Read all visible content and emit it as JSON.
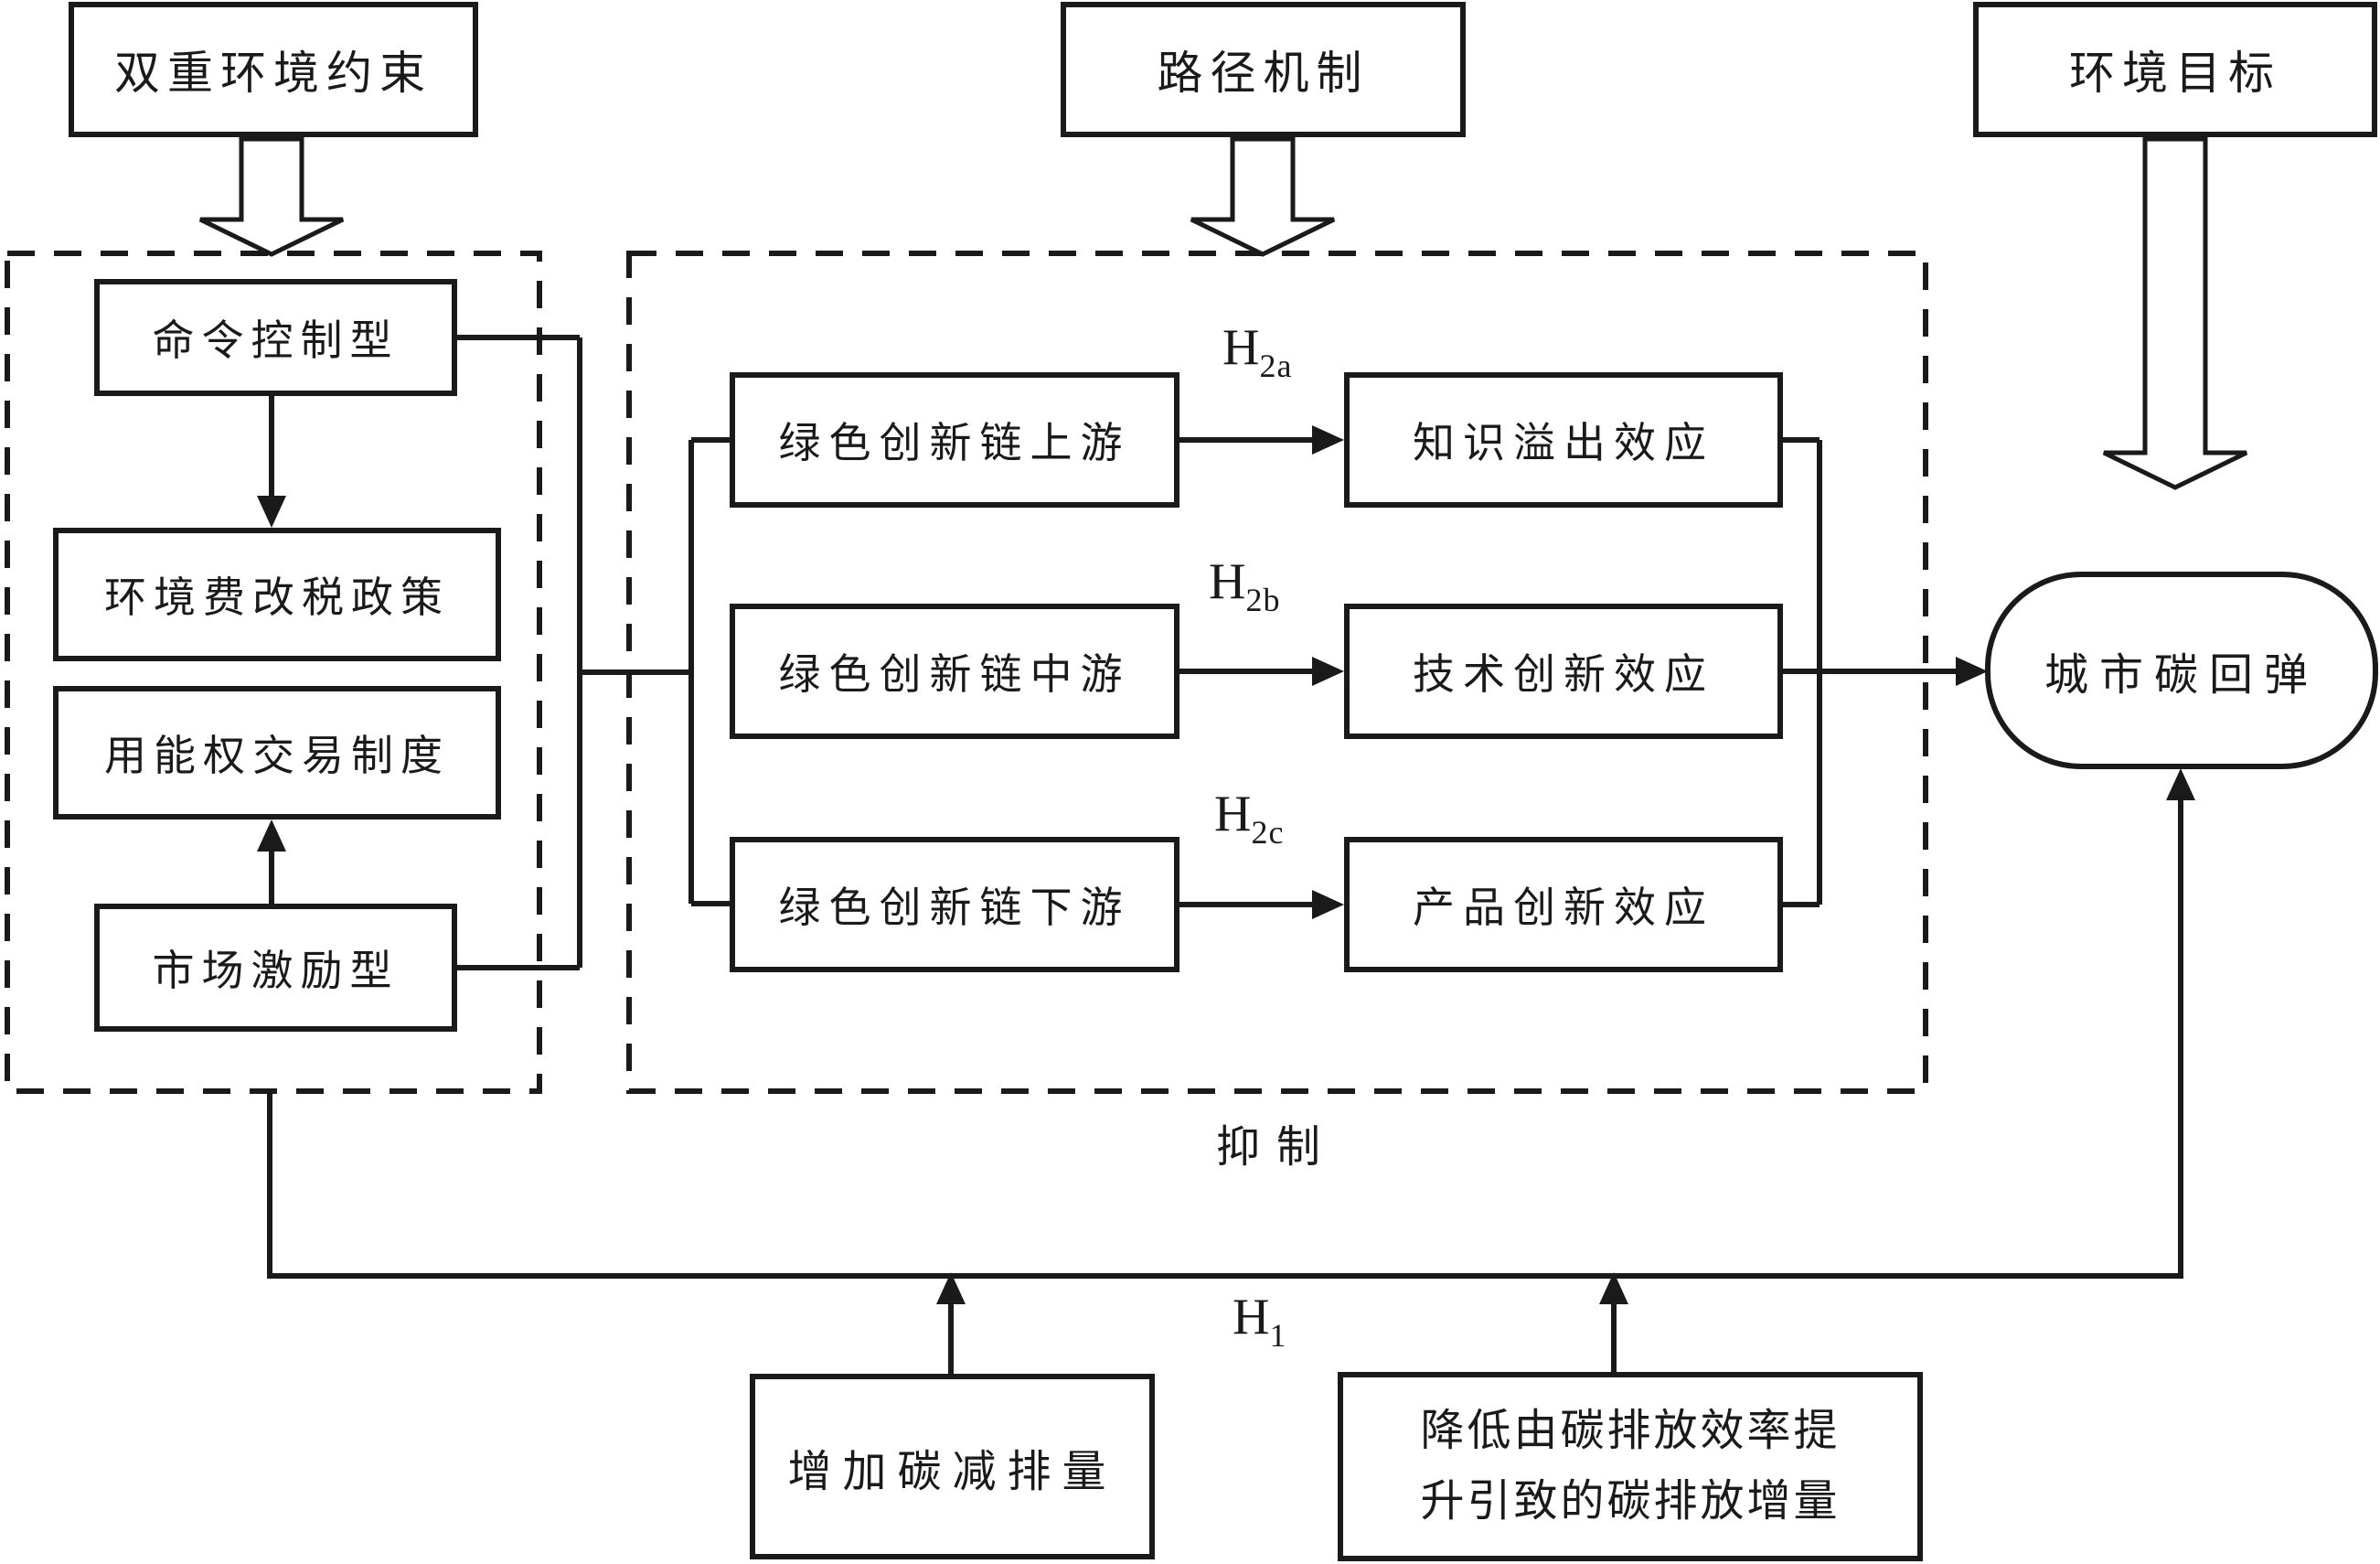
{
  "canvas": {
    "background": "#ffffff",
    "stroke_color": "#1a1a1a"
  },
  "top_row": {
    "dual_constraint": "双重环境约束",
    "path_mechanism": "路径机制",
    "env_goal": "环境目标"
  },
  "left_panel": {
    "items": [
      "命令控制型",
      "环境费改税政策",
      "用能权交易制度",
      "市场激励型"
    ]
  },
  "middle_panel": {
    "rows": [
      {
        "source": "绿色创新链上游",
        "effect": "知识溢出效应",
        "hypothesis": {
          "main": "H",
          "sub": "2a"
        }
      },
      {
        "source": "绿色创新链中游",
        "effect": "技术创新效应",
        "hypothesis": {
          "main": "H",
          "sub": "2b"
        }
      },
      {
        "source": "绿色创新链下游",
        "effect": "产品创新效应",
        "hypothesis": {
          "main": "H",
          "sub": "2c"
        }
      }
    ],
    "suppress_label": "抑制"
  },
  "outcome": {
    "label": "城市碳回弹"
  },
  "bottom": {
    "hypothesis": {
      "main": "H",
      "sub": "1"
    },
    "box_increase": "增加碳减排量",
    "box_decrease_line1": "降低由碳排放效率提",
    "box_decrease_line2": "升引致的碳排放增量"
  }
}
